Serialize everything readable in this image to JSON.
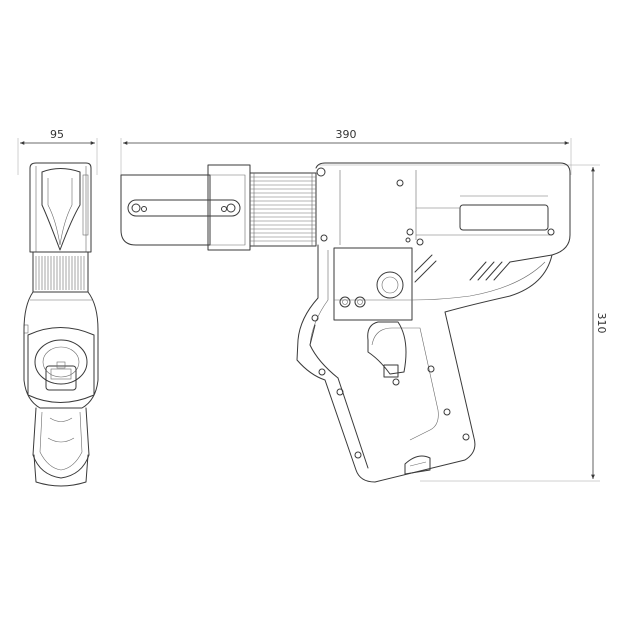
{
  "dimensions": {
    "width_side": "95",
    "length": "390",
    "height": "310"
  },
  "colors": {
    "line": "#3a3a3a",
    "background": "#ffffff"
  }
}
